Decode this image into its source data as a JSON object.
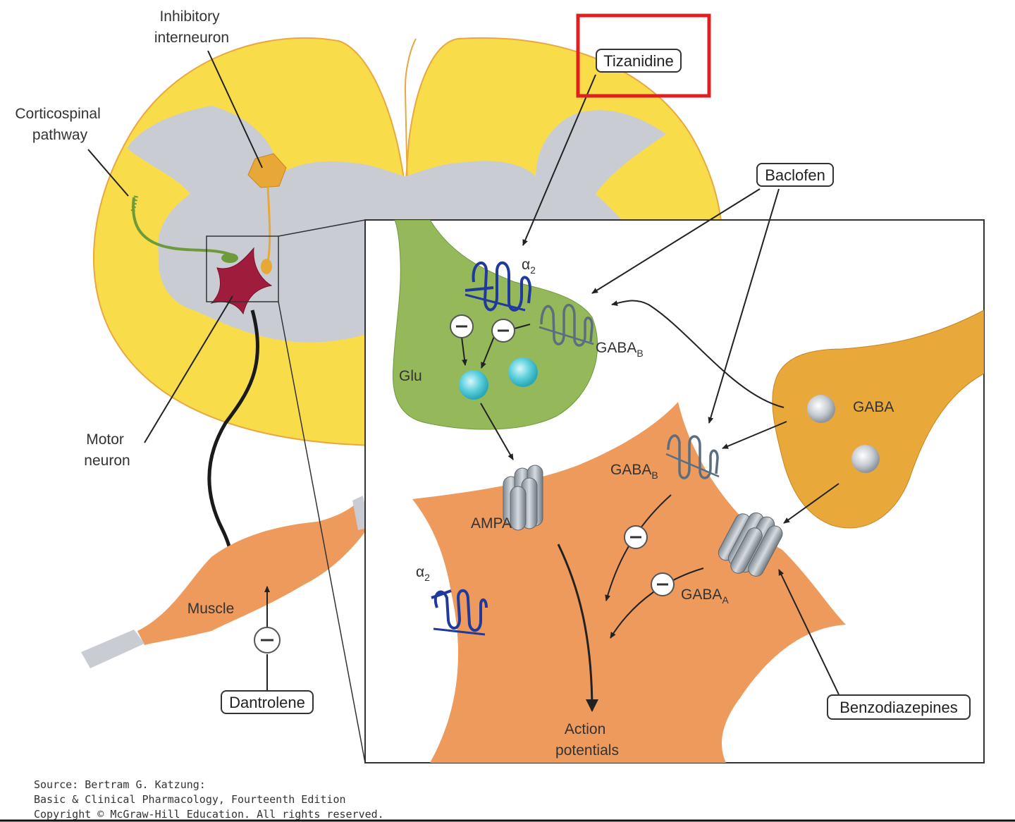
{
  "labels": {
    "inhibitory_interneuron": [
      "Inhibitory",
      "interneuron"
    ],
    "corticospinal_pathway": [
      "Corticospinal",
      "pathway"
    ],
    "motor_neuron": [
      "Motor",
      "neuron"
    ],
    "muscle": "Muscle",
    "glu": "Glu",
    "gaba": "GABA",
    "gaba_b_upper": {
      "main": "GABA",
      "sub": "B"
    },
    "gaba_b_lower": {
      "main": "GABA",
      "sub": "B"
    },
    "gaba_a": {
      "main": "GABA",
      "sub": "A"
    },
    "alpha2_upper": {
      "main": "α",
      "sub": "2"
    },
    "alpha2_lower": {
      "main": "α",
      "sub": "2"
    },
    "ampa": "AMPA",
    "action_potentials": [
      "Action",
      "potentials"
    ]
  },
  "drugs": {
    "tizanidine": "Tizanidine",
    "baclofen": "Baclofen",
    "dantrolene": "Dantrolene",
    "benzodiazepines": "Benzodiazepines"
  },
  "source": [
    "Source: Bertram G. Katzung:",
    "Basic & Clinical Pharmacology, Fourteenth Edition",
    "Copyright © McGraw-Hill Education. All rights reserved."
  ],
  "colors": {
    "white_matter": "#f9dc4a",
    "grey_matter": "#c9cdd3",
    "motor_neuron": "#a01c3c",
    "interneuron": "#e8a838",
    "corticospinal": "#6e9a3a",
    "glu_terminal": "#94b85a",
    "gaba_terminal": "#e9a83a",
    "postsynaptic": "#ee9a5c",
    "alpha2_receptor": "#1f3a9c",
    "gaba_b_receptor": "#5a6e80",
    "vesicle_glu": "#5fd0dd",
    "vesicle_gaba": "#c7ccd2",
    "highlight_box": "#e02020"
  }
}
